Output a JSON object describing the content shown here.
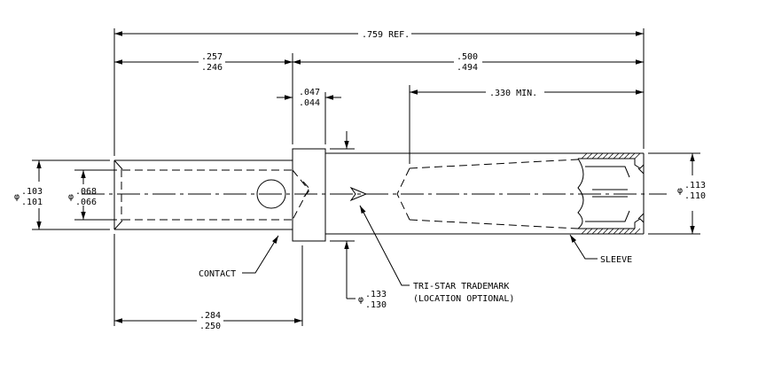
{
  "dimensions": {
    "overall": ".759 REF.",
    "left_length_max": ".257",
    "left_length_min": ".246",
    "right_length_max": ".500",
    "right_length_min": ".494",
    "collar_width_max": ".047",
    "collar_width_min": ".044",
    "sleeve_min": ".330 MIN.",
    "left_dia_max": ".103",
    "left_dia_min": ".101",
    "bore_dia_max": ".068",
    "bore_dia_min": ".066",
    "right_dia_max": ".113",
    "right_dia_min": ".110",
    "collar_dia_max": ".133",
    "collar_dia_min": ".130",
    "contact_len_max": ".284",
    "contact_len_min": ".250",
    "diameter_symbol": "φ"
  },
  "labels": {
    "contact": "CONTACT",
    "sleeve": "SLEEVE",
    "trademark_line1": "TRI-STAR TRADEMARK",
    "trademark_line2": "(LOCATION OPTIONAL)"
  }
}
